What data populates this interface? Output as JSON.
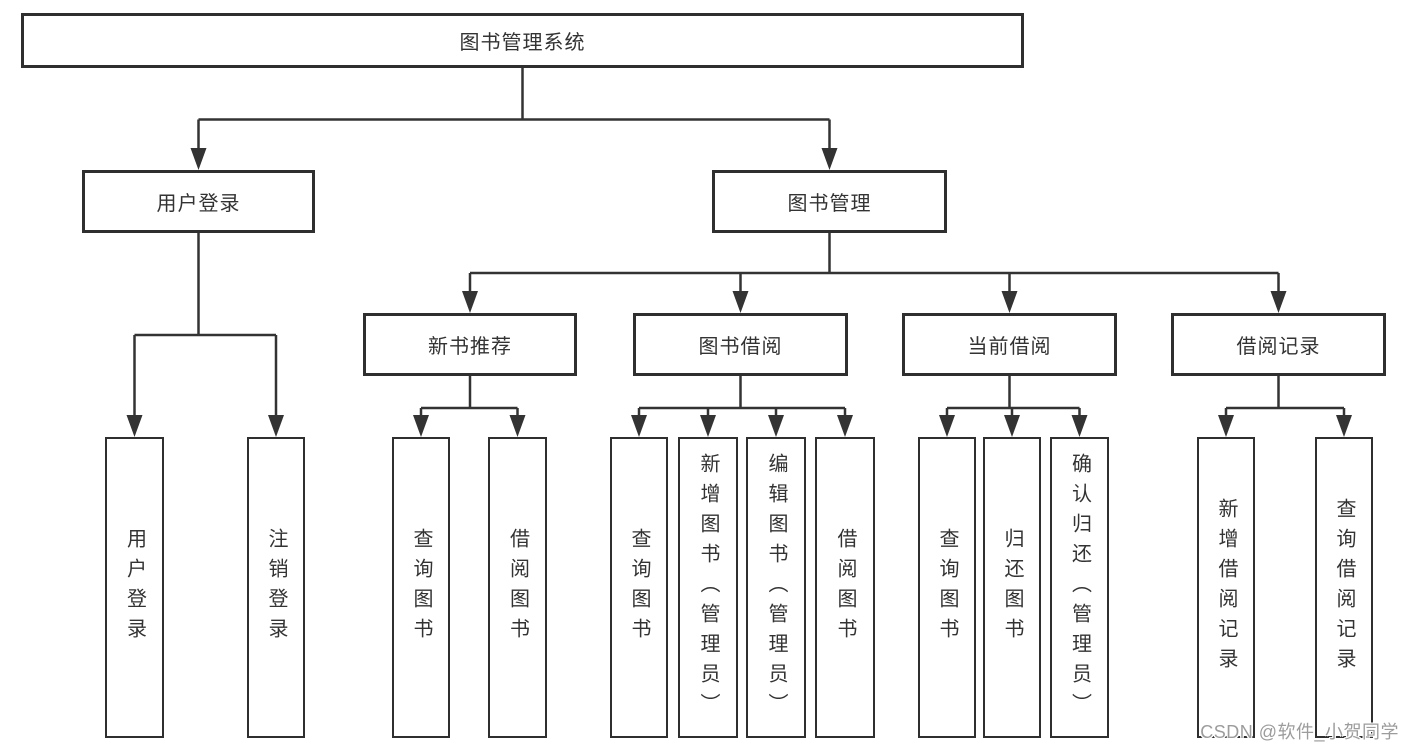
{
  "diagram": {
    "root": {
      "label": "图书管理系统"
    },
    "branches": [
      {
        "label": "用户登录",
        "children": [
          "用户登录",
          "注销登录"
        ]
      },
      {
        "label": "图书管理",
        "groups": [
          {
            "label": "新书推荐",
            "children": [
              "查询图书",
              "借阅图书"
            ]
          },
          {
            "label": "图书借阅",
            "children": [
              "查询图书",
              "新增图书（管理员）",
              "编辑图书（管理员）",
              "借阅图书"
            ]
          },
          {
            "label": "当前借阅",
            "children": [
              "查询图书",
              "归还图书",
              "确认归还（管理员）"
            ]
          },
          {
            "label": "借阅记录",
            "children": [
              "新增借阅记录",
              "查询借阅记录"
            ]
          }
        ]
      }
    ]
  },
  "colors": {
    "line": "#333333",
    "box_border": "#2f2f2f",
    "background": "#ffffff",
    "watermark": "#9c9c9c"
  },
  "watermark": {
    "text": "CSDN @软件_小贺同学"
  }
}
